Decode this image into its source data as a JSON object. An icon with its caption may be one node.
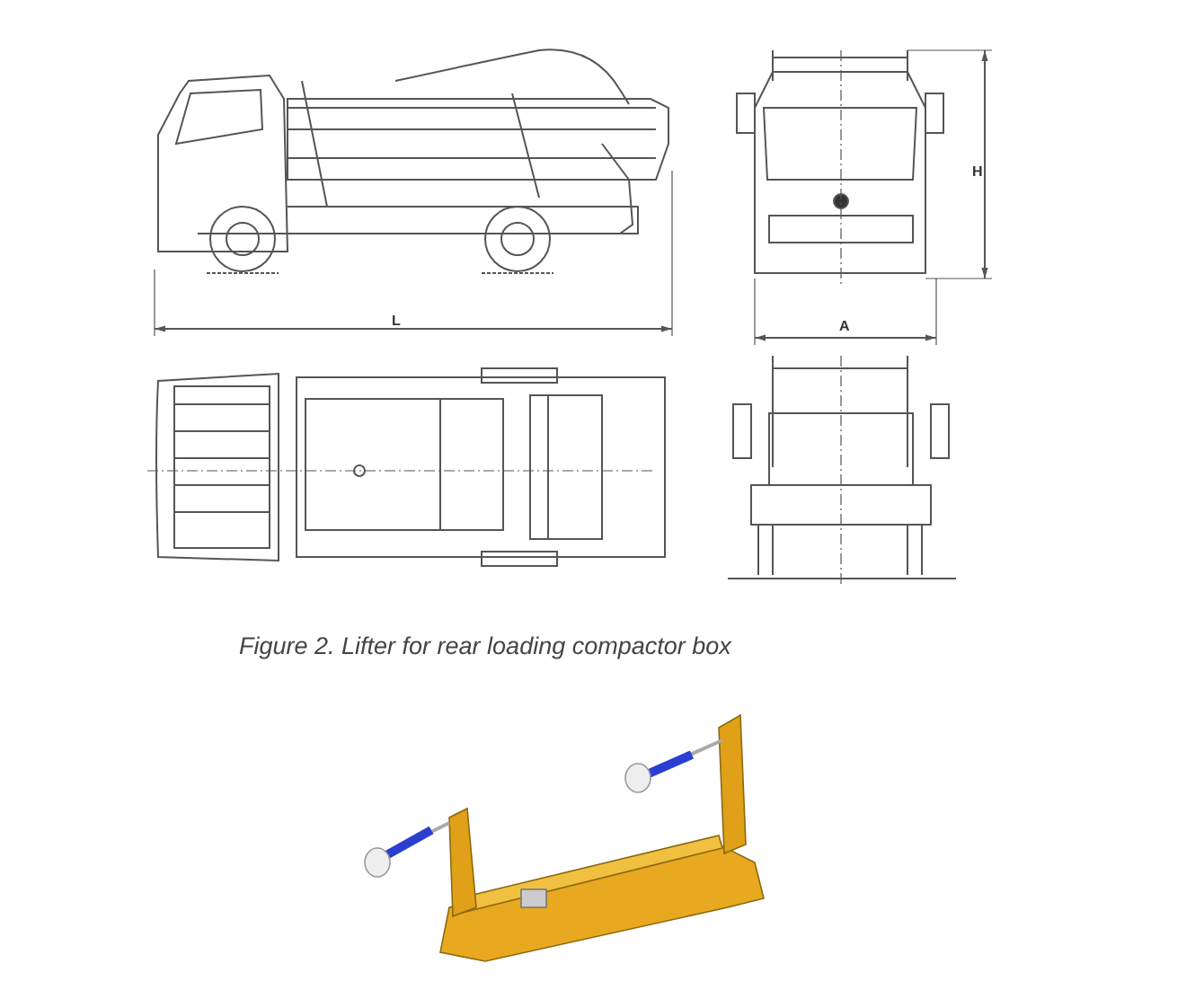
{
  "diagram": {
    "caption": "Figure 2. Lifter for rear loading compactor box",
    "labels": [
      "H",
      "L",
      "A"
    ]
  }
}
